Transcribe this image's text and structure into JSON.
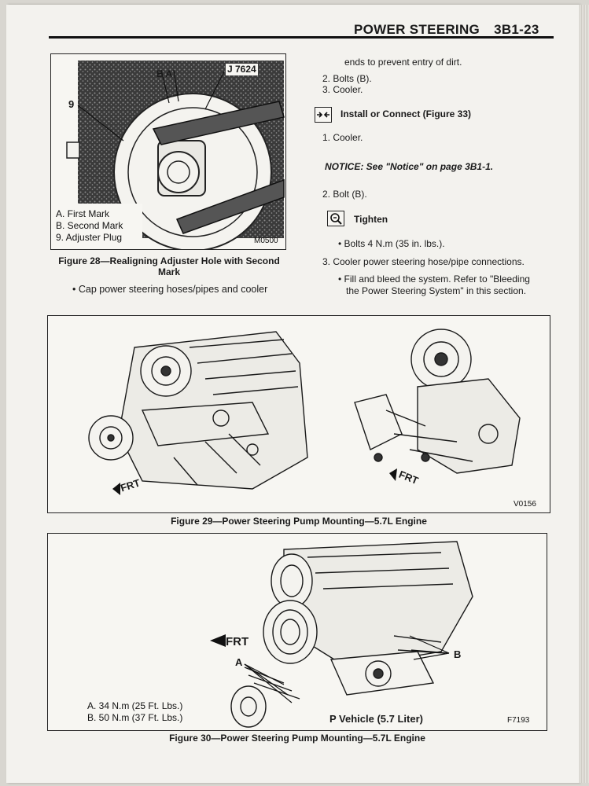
{
  "header": {
    "section": "POWER STEERING",
    "page": "3B1-23"
  },
  "fig28": {
    "labels": {
      "ba": "B A",
      "tool": "J 7624",
      "nine": "9"
    },
    "legend": [
      "A. First Mark",
      "B. Second Mark",
      "9. Adjuster Plug"
    ],
    "code": "M0500",
    "caption_line1": "Figure 28—Realigning Adjuster Hole with Second",
    "caption_line2": "Mark"
  },
  "left_text": {
    "bullet": "• Cap power steering hoses/pipes and cooler"
  },
  "right_text": {
    "line_ends": "ends to prevent entry of dirt.",
    "step2": "2. Bolts (B).",
    "step3": "3. Cooler.",
    "install_heading": "Install or Connect (Figure 33)",
    "install_step1": "1. Cooler.",
    "notice": "NOTICE: See \"Notice\" on page 3B1-1.",
    "install_step2": "2. Bolt (B).",
    "tighten_heading": "Tighten",
    "tighten_bullet": "• Bolts 4 N.m (35 in. lbs.).",
    "install_step3": "3. Cooler power steering hose/pipe connections.",
    "fill_line1": "• Fill and bleed the system. Refer to \"Bleeding",
    "fill_line2": "the Power Steering System\" in this section."
  },
  "fig29": {
    "frt_left": "FRT",
    "frt_right": "FRT",
    "code": "V0156",
    "caption": "Figure 29—Power Steering Pump Mounting—5.7L Engine"
  },
  "fig30": {
    "frt": "FRT",
    "label_a": "A",
    "label_b": "B",
    "legend": [
      "A. 34 N.m (25 Ft. Lbs.)",
      "B. 50 N.m (37 Ft. Lbs.)"
    ],
    "vehicle": "P Vehicle (5.7 Liter)",
    "code": "F7193",
    "caption": "Figure 30—Power Steering Pump Mounting—5.7L Engine"
  },
  "icons": [
    "install-connect-icon",
    "tighten-wrench-icon"
  ]
}
